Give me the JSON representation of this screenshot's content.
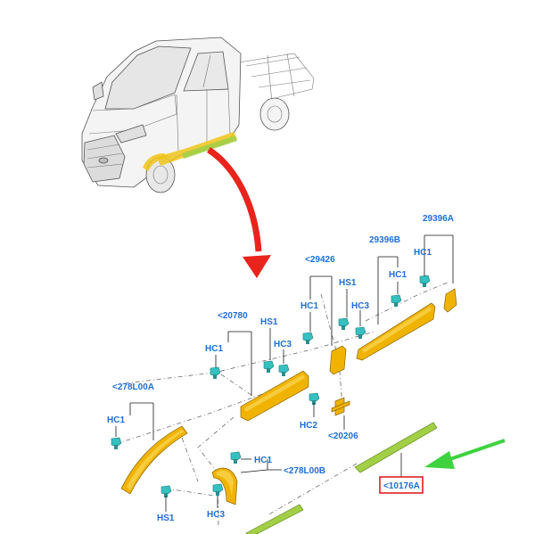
{
  "colors": {
    "callout_text": "#1d6fd6",
    "moulding": "#f0b300",
    "clip": "#36c0c0",
    "sill_trim": "#a3cf46",
    "arrow_red": "#e8241c",
    "arrow_green": "#3fd23f",
    "highlight_box": "#e02020"
  },
  "callouts": {
    "p29396A": "29396A",
    "p29396B": "29396B",
    "p29426": "<29426",
    "p20780": "<20780",
    "p278L00A": "<278L00A",
    "p278L00B": "<278L00B",
    "p20206": "<20206",
    "p10176A": "<10176A",
    "hc1_a": "HC1",
    "hc1_b": "HC1",
    "hc1_c": "HC1",
    "hc1_d": "HC1",
    "hc1_e": "HC1",
    "hc1_f": "HC1",
    "hs1_a": "HS1",
    "hs1_b": "HS1",
    "hs1_c": "HS1",
    "hc3_a": "HC3",
    "hc3_b": "HC3",
    "hc3_c": "HC3",
    "hc2": "HC2"
  },
  "icons": {
    "vehicle": "van-chassis-cab-icon",
    "pointer_red": "curved-arrow-icon",
    "pointer_green": "straight-arrow-icon",
    "fastener": "push-clip-icon"
  }
}
